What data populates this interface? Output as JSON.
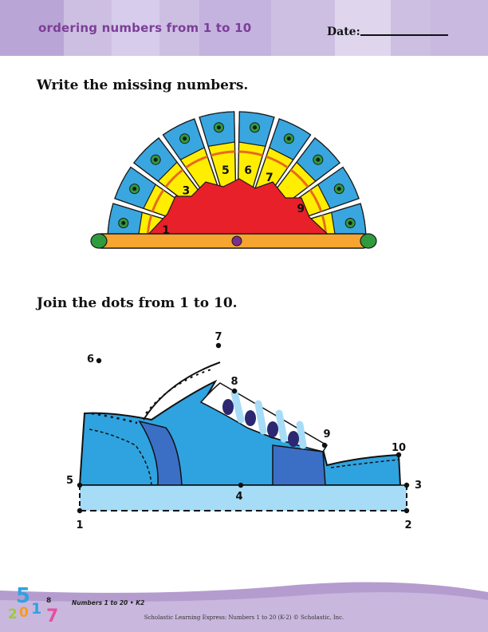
{
  "header": {
    "title": "ordering numbers from 1 to 10",
    "date_label": "Date:"
  },
  "section1": {
    "instruction": "Write the missing numbers.",
    "fan_numbers": [
      "1",
      "",
      "3",
      "",
      "5",
      "6",
      "7",
      "",
      "9",
      ""
    ]
  },
  "section2": {
    "instruction": "Join the dots from 1 to 10.",
    "dot_labels": [
      "1",
      "2",
      "3",
      "4",
      "5",
      "6",
      "7",
      "8",
      "9",
      "10"
    ]
  },
  "footer": {
    "page_number": "8",
    "series": "Numbers 1 to 20 • K2",
    "copyright": "Scholastic Learning Express: Numbers 1 to 20 (K-2) © Scholastic, Inc.",
    "logo_digits": [
      "5",
      "2",
      "0",
      "1",
      "7"
    ]
  },
  "colors": {
    "header_bg": "#cdbfe2",
    "title": "#7c3f98",
    "fan_yellow": "#ffee00",
    "fan_blue": "#3aa6e0",
    "fan_red": "#e8202a",
    "shoe_blue": "#2fa3e0",
    "shoe_dark": "#3b6fc6",
    "sole": "#a7dcf7",
    "footer_band": "#b59ccf"
  }
}
